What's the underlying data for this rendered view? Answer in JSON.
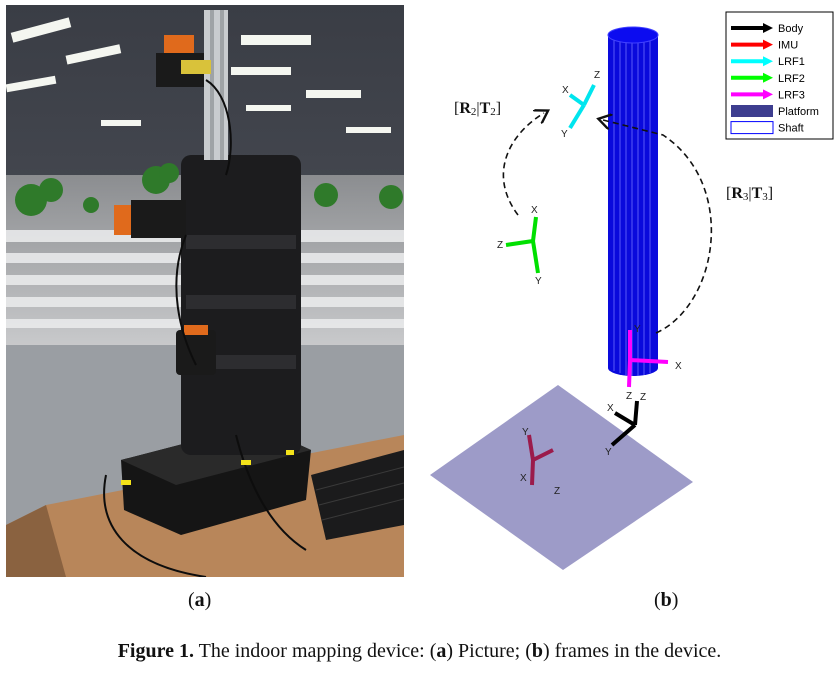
{
  "figure": {
    "subfigure_a_label": "a",
    "subfigure_b_label": "b",
    "caption_prefix": "Figure 1.",
    "caption_text_1": " The indoor mapping device: (",
    "caption_a": "a",
    "caption_text_2": ") Picture; (",
    "caption_b": "b",
    "caption_text_3": ") frames in the device."
  },
  "diagram": {
    "legend": [
      {
        "label": "Body",
        "color": "#000000",
        "kind": "arrow"
      },
      {
        "label": "IMU",
        "color": "#ff0000",
        "kind": "arrow"
      },
      {
        "label": "LRF1",
        "color": "#00ffff",
        "kind": "arrow"
      },
      {
        "label": "LRF2",
        "color": "#00ff00",
        "kind": "arrow"
      },
      {
        "label": "LRF3",
        "color": "#ff00ff",
        "kind": "arrow"
      },
      {
        "label": "Platform",
        "color": "#3d3d8f",
        "kind": "filled"
      },
      {
        "label": "Shaft",
        "color": "#0000ff",
        "kind": "outline"
      }
    ],
    "transform_2": {
      "R": "R",
      "R_sub": "2",
      "T": "T",
      "T_sub": "2"
    },
    "transform_3": {
      "R": "R",
      "R_sub": "3",
      "T": "T",
      "T_sub": "3"
    },
    "axis_labels": {
      "x": "X",
      "y": "Y",
      "z": "Z"
    },
    "colors": {
      "shaft": "#0a0adc",
      "platform": "#9d9bc8",
      "lrf1": "#00e5ee",
      "lrf2": "#00e000",
      "lrf3": "#ff00ff",
      "body": "#000000",
      "imu_platform": "#9b1b4b"
    }
  }
}
